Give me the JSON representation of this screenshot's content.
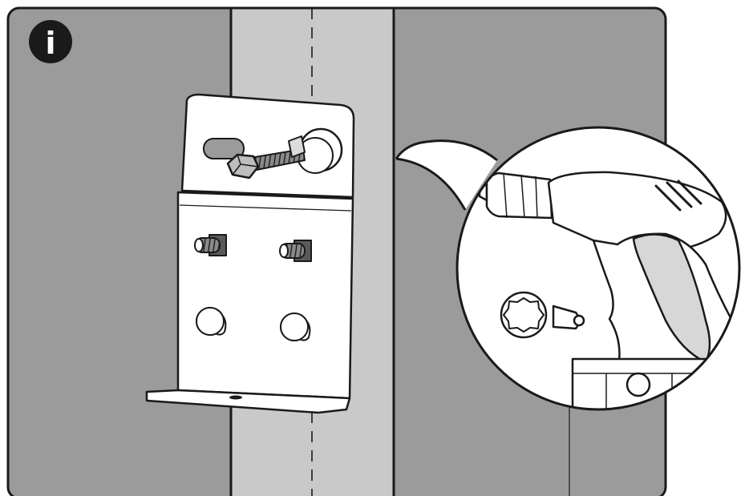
{
  "illustration": {
    "info_icon": "info-icon",
    "info_glyph": "i",
    "colors": {
      "wall": "#9b9b9b",
      "stud": "#c9c9c9",
      "outline": "#1a1a1a",
      "bracket": "#ffffff",
      "drill_grip": "#d7d7d7",
      "background": "#ffffff"
    },
    "parts": [
      "wall-panel",
      "wall-stud",
      "stud-centerline",
      "mounting-bracket",
      "lag-screw",
      "washer",
      "bracket-screw",
      "bracket-knob",
      "magnified-callout",
      "power-drill",
      "hex-socket-bit"
    ]
  }
}
